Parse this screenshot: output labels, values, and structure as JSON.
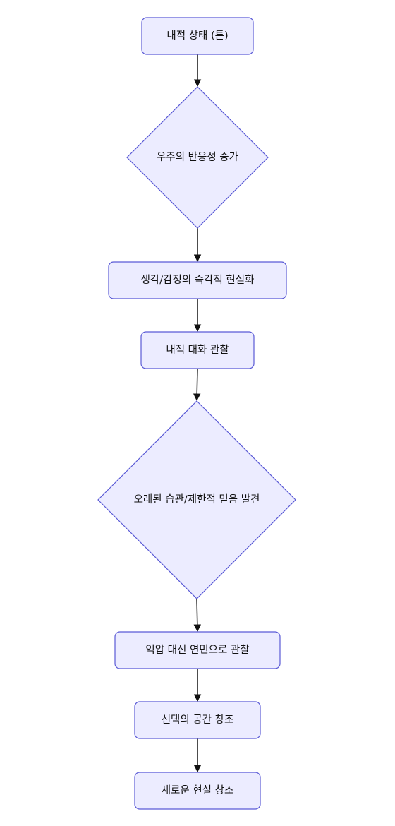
{
  "nodes": [
    {
      "id": "n1",
      "shape": "rect",
      "label": "내적 상태 (톤)"
    },
    {
      "id": "n2",
      "shape": "diamond",
      "label": "우주의 반응성 증가"
    },
    {
      "id": "n3",
      "shape": "rect",
      "label": "생각/감정의 즉각적 현실화"
    },
    {
      "id": "n4",
      "shape": "rect",
      "label": "내적 대화 관찰"
    },
    {
      "id": "n5",
      "shape": "diamond",
      "label": "오래된 습관/제한적 믿음 발견"
    },
    {
      "id": "n6",
      "shape": "rect",
      "label": "억압 대신 연민으로 관찰"
    },
    {
      "id": "n7",
      "shape": "rect",
      "label": "선택의 공간 창조"
    },
    {
      "id": "n8",
      "shape": "rect",
      "label": "새로운 현실 창조"
    }
  ],
  "edges": [
    {
      "from": "n1",
      "to": "n2"
    },
    {
      "from": "n2",
      "to": "n3"
    },
    {
      "from": "n3",
      "to": "n4"
    },
    {
      "from": "n4",
      "to": "n5"
    },
    {
      "from": "n5",
      "to": "n6"
    },
    {
      "from": "n6",
      "to": "n7"
    },
    {
      "from": "n7",
      "to": "n8"
    }
  ],
  "colors": {
    "node_fill": "#ECECFF",
    "node_stroke": "#5A5AD6",
    "edge": "#111111"
  }
}
